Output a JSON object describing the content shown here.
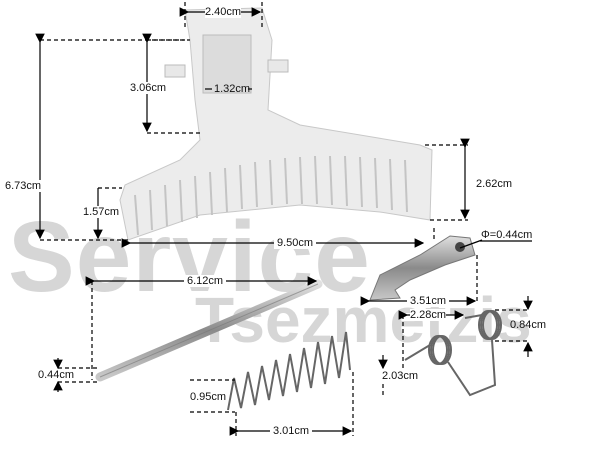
{
  "watermark": {
    "line1": "Service",
    "line2": "Tsezmetzis"
  },
  "dimensions": {
    "handle_top_width": "2.40cm",
    "handle_neck_height": "3.06cm",
    "handle_slot_width": "1.32cm",
    "handle_total_height": "6.73cm",
    "handle_grip_height": "2.62cm",
    "handle_base_height": "1.57cm",
    "handle_length": "9.50cm",
    "hook_hole_diameter": "Φ=0.44cm",
    "rod_length": "6.12cm",
    "hook_length": "3.51cm",
    "torsion_spring_width": "2.28cm",
    "torsion_spring_coil": "0.84cm",
    "rod_diameter": "0.44cm",
    "torsion_spring_height": "2.03cm",
    "coil_spring_diameter": "0.95cm",
    "coil_spring_length": "3.01cm"
  }
}
